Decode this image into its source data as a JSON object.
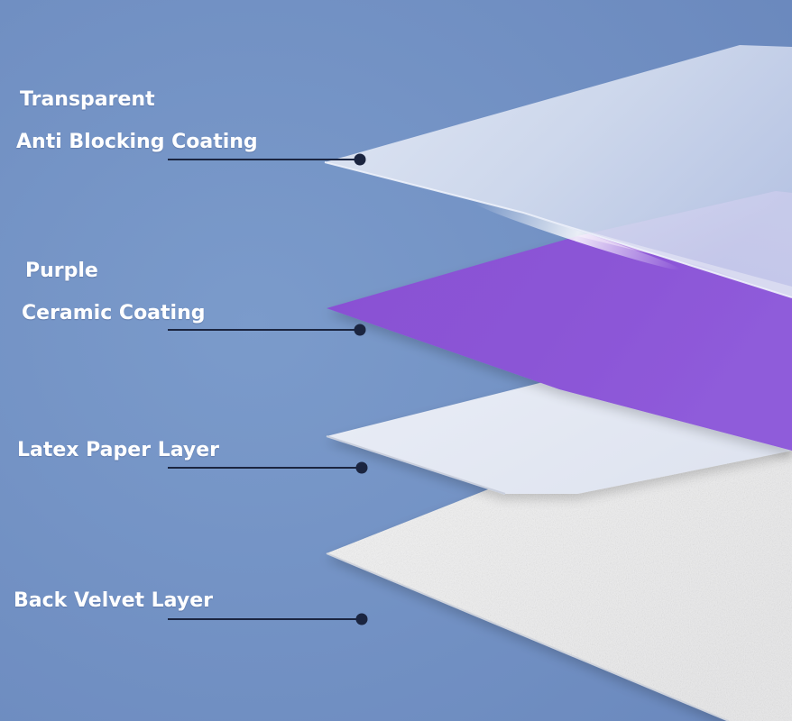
{
  "colors": {
    "background": "#7190c2",
    "label_text": "#ffffff",
    "leader_line": "#1b2540",
    "transparent_layer": "#dce3f2",
    "purple_layer": "#8e56d4",
    "purple_highlight": "#c79ae6",
    "latex_layer": "#e4e8f2",
    "velvet_layer": "#f2f2f2"
  },
  "layers": [
    {
      "id": "transparent",
      "name_lines": [
        "Transparent",
        "Anti Blocking Coating"
      ],
      "color": "#dce3f2"
    },
    {
      "id": "purple",
      "name_lines": [
        "Purple",
        "Ceramic Coating"
      ],
      "color": "#8e56d4"
    },
    {
      "id": "latex",
      "name_lines": [
        "Latex Paper Layer"
      ],
      "color": "#e4e8f2"
    },
    {
      "id": "velvet",
      "name_lines": [
        "Back Velvet Layer"
      ],
      "color": "#f2f2f2"
    }
  ]
}
